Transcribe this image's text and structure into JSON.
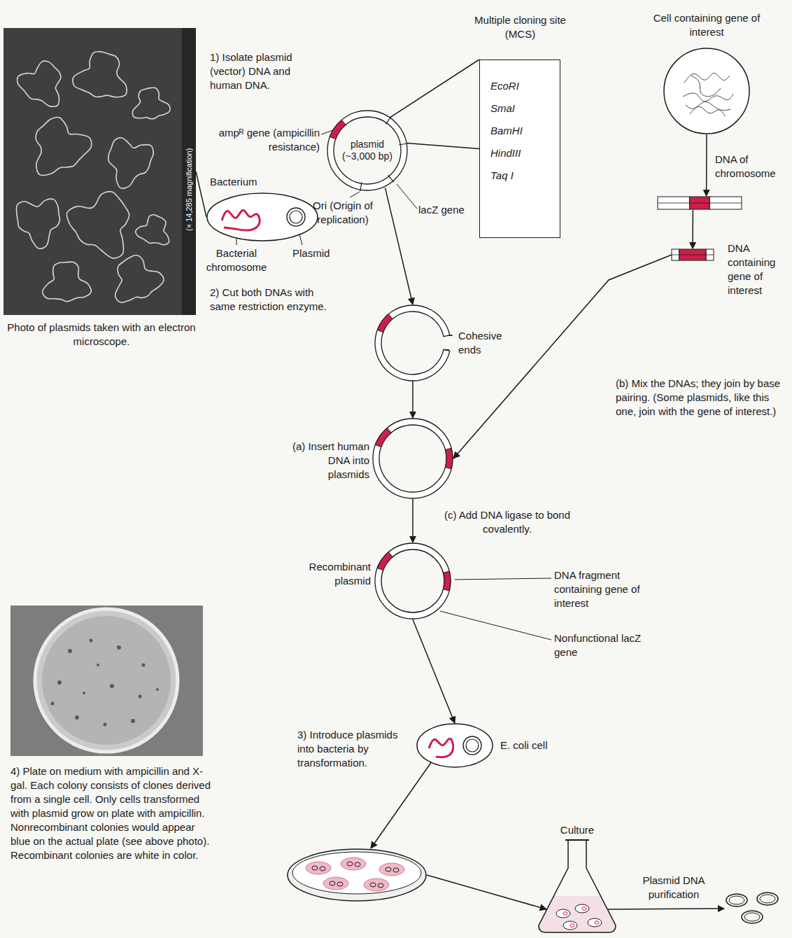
{
  "diagram": {
    "nodes": [
      {
        "text": [
          "Photo of plasmids taken with an electron microscope.",
          "(× 14,285 magnification)"
        ]
      },
      {
        "text": [
          "Bacterium"
        ]
      },
      {
        "text": [
          "plasmid (~3,000 bp)"
        ]
      },
      {
        "text": [
          "Multiple cloning site (MCS)",
          "EcoRI",
          "SmaI",
          "BamHI",
          "HindIII",
          "Taq I"
        ]
      },
      {
        "text": [
          "Cell containing gene of interest"
        ]
      },
      {
        "text": [
          "DNA of chromosome"
        ]
      },
      {
        "text": [
          "Cohesive ends"
        ]
      },
      {
        "text": [
          "DNA containing gene of interest"
        ]
      },
      {
        "text": [
          "(a) Insert human DNA into plasmids"
        ]
      },
      {
        "text": [
          "Recombinant plasmid"
        ]
      },
      {
        "text": [
          "E. coli cell"
        ]
      },
      {
        "text": [
          "4) Plate on medium with ampicillin and X-gal. Each colony consists of clones derived from a single cell. Only cells transformed with plasmid grow on plate with ampicillin. Nonrecombinant colonies would appear blue on the actual plate (see above photo). Recombinant colonies are white in color."
        ]
      },
      {
        "text": [
          "Culture"
        ]
      },
      {
        "text": [
          "Plasmid DNA purification"
        ]
      }
    ],
    "edges": [
      {
        "from": 0,
        "to": 1,
        "arrow": "none"
      },
      {
        "from": 2,
        "to": 3,
        "arrow": "none"
      },
      {
        "from": 2,
        "to": 6,
        "arrow": "to"
      },
      {
        "from": 4,
        "to": 5,
        "arrow": "to"
      },
      {
        "from": 5,
        "to": 7,
        "arrow": "to"
      },
      {
        "from": 6,
        "to": 8,
        "arrow": "to"
      },
      {
        "from": 7,
        "to": 8,
        "arrow": "to",
        "label": "(b) Mix the DNAs; they join by base pairing. (Some plasmids, like this one, join with the gene of interest.)"
      },
      {
        "from": 8,
        "to": 9,
        "arrow": "to",
        "label": "(c) Add DNA ligase to bond covalently."
      },
      {
        "from": 9,
        "to": 10,
        "arrow": "to"
      },
      {
        "from": 10,
        "to": 11,
        "arrow": "to"
      },
      {
        "from": 11,
        "to": 12,
        "arrow": "to"
      },
      {
        "from": 12,
        "to": 13,
        "arrow": "to"
      }
    ],
    "labels": [
      "1) Isolate plasmid (vector) DNA and human DNA.",
      "ampᴿ gene (ampicillin resistance)",
      "Ori (Origin of replication)",
      "lacZ gene",
      "Bacterial chromosome",
      "Plasmid",
      "2) Cut both DNAs with same restriction enzyme.",
      "DNA fragment containing gene of interest",
      "Nonfunctional lacZ gene",
      "3) Introduce plasmids into bacteria by transformation."
    ]
  }
}
